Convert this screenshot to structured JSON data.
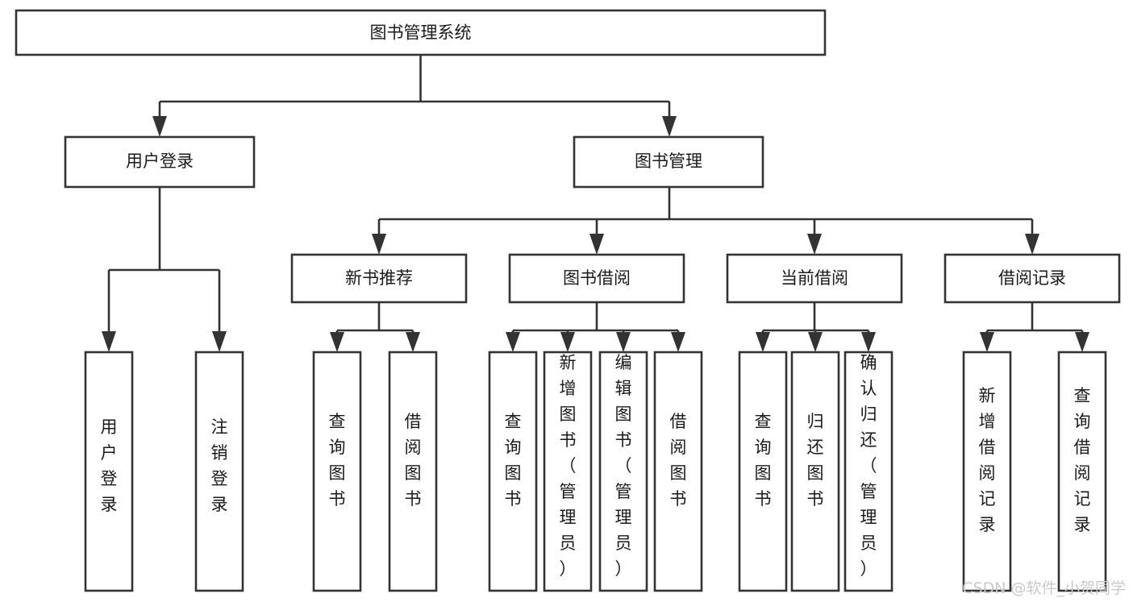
{
  "diagram": {
    "title": "图书管理系统",
    "type": "tree-hierarchy",
    "root": {
      "label": "图书管理系统"
    },
    "level2": [
      {
        "label": "用户登录"
      },
      {
        "label": "图书管理"
      }
    ],
    "level3": [
      {
        "label": "新书推荐"
      },
      {
        "label": "图书借阅"
      },
      {
        "label": "当前借阅"
      },
      {
        "label": "借阅记录"
      }
    ],
    "leaves": {
      "user_login": [
        {
          "label": "用户登录"
        },
        {
          "label": "注销登录"
        }
      ],
      "new_book_recommend": [
        {
          "label": "查询图书"
        },
        {
          "label": "借阅图书"
        }
      ],
      "book_borrow": [
        {
          "label": "查询图书"
        },
        {
          "label": "新增图书（管理员）"
        },
        {
          "label": "编辑图书（管理员）"
        },
        {
          "label": "借阅图书"
        }
      ],
      "current_borrow": [
        {
          "label": "查询图书"
        },
        {
          "label": "归还图书"
        },
        {
          "label": "确认归还（管理员）"
        }
      ],
      "borrow_record": [
        {
          "label": "新增借阅记录"
        },
        {
          "label": "查询借阅记录"
        }
      ]
    }
  },
  "watermark": {
    "text": "CSDN @软件_小贺同学"
  },
  "colors": {
    "box_stroke": "#333333",
    "box_fill": "#ffffff",
    "text": "#1a1a1a",
    "watermark": "#c9c9c9",
    "background": "#ffffff"
  }
}
